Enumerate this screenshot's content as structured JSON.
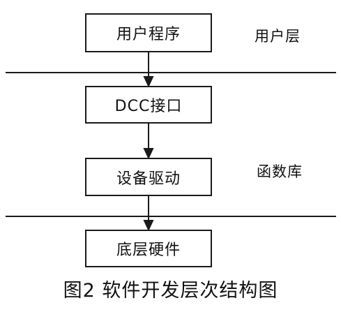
{
  "diagram": {
    "layers": {
      "user_layer": "用户层",
      "function_library": "函数库"
    },
    "boxes": {
      "user_program": "用户程序",
      "dcc_interface": "DCC接口",
      "device_driver": "设备驱动",
      "underlying_hardware": "底层硬件"
    },
    "caption": "图2 软件开发层次结构图"
  },
  "colors": {
    "line": "#1a1a1a",
    "text": "#111111",
    "background": "#ffffff"
  }
}
